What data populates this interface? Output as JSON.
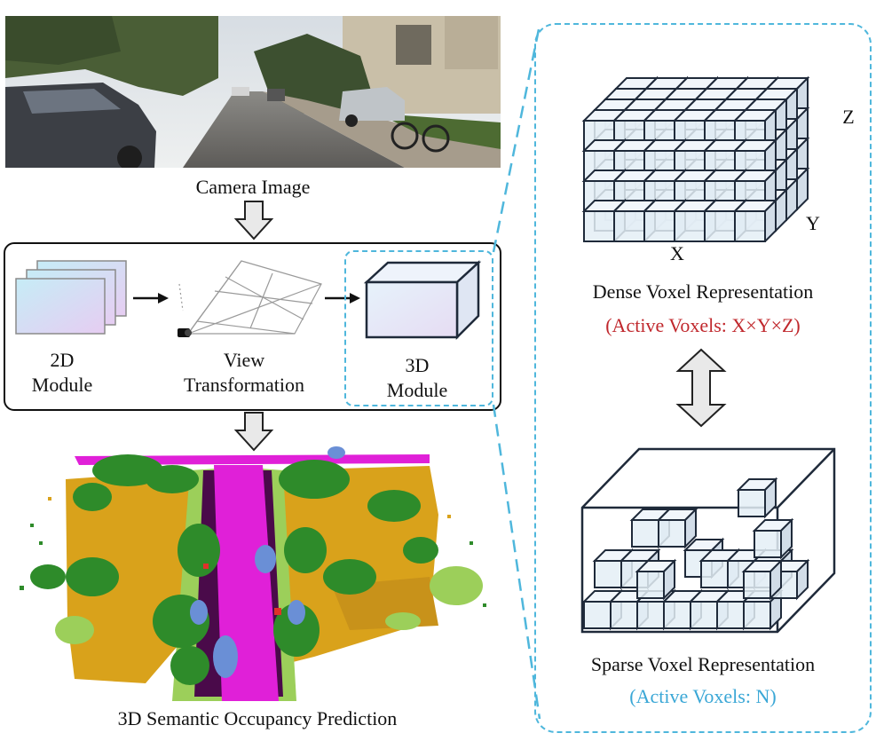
{
  "pipeline": {
    "camera_label": "Camera Image",
    "module_2d_line1": "2D",
    "module_2d_line2": "Module",
    "view_line1": "View",
    "view_line2": "Transformation",
    "module_3d_line1": "3D",
    "module_3d_line2": "Module",
    "prediction_label": "3D Semantic Occupancy Prediction"
  },
  "voxels": {
    "dense_label": "Dense Voxel Representation",
    "dense_active": "(Active Voxels: X×Y×Z)",
    "sparse_label": "Sparse Voxel Representation",
    "sparse_active": "(Active Voxels: N)",
    "axis_x": "X",
    "axis_y": "Y",
    "axis_z": "Z"
  },
  "colors": {
    "highlight_dashed": "#4fb7dc",
    "dense_active_text": "#c0282d",
    "sparse_active_text": "#3aa7d6",
    "road_magenta": "#e020d8",
    "vegetation_green": "#2e8b2a",
    "building_gold": "#d9a21b",
    "car_blue": "#6a8fd6"
  }
}
